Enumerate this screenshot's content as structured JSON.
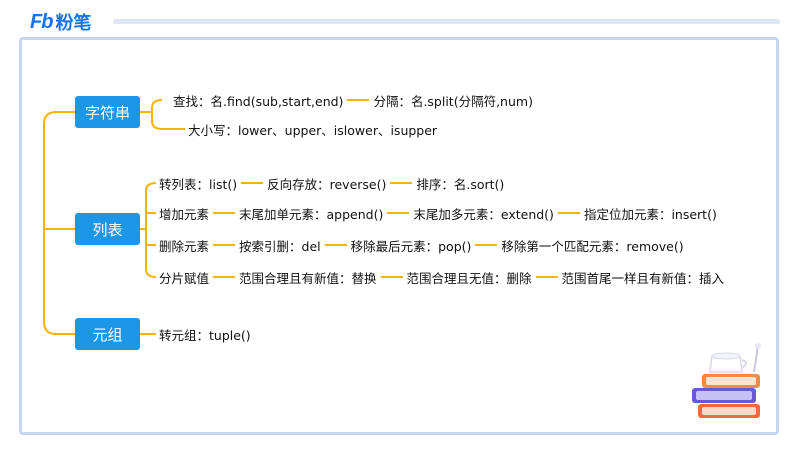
{
  "brand": {
    "mark": "Fb",
    "name": "粉笔"
  },
  "nodes": {
    "string": "字符串",
    "list": "列表",
    "tuple": "元组"
  },
  "rows": {
    "str1": [
      "查找：名.find(sub,start,end)",
      "分隔：名.split(分隔符,num)"
    ],
    "str2": [
      "大小写：lower、upper、islower、isupper"
    ],
    "list1": [
      "转列表：list()",
      "反向存放：reverse()",
      "排序：名.sort()"
    ],
    "list2": [
      "增加元素",
      "末尾加单元素：append()",
      "末尾加多元素：extend()",
      "指定位加元素：insert()"
    ],
    "list3": [
      "删除元素",
      "按索引删：del",
      "移除最后元素：pop()",
      "移除第一个匹配元素：remove()"
    ],
    "list4": [
      "分片赋值",
      "范围合理且有新值：替换",
      "范围合理且无值：删除",
      "范围首尾一样且有新值：插入"
    ],
    "tuple1": [
      "转元组：tuple()"
    ]
  },
  "colors": {
    "node": "#1c96e6",
    "connector": "#f4b400",
    "frame": "#c9d6f3",
    "brand": "#1a73e8"
  },
  "icons": [
    "books-stack-icon"
  ]
}
